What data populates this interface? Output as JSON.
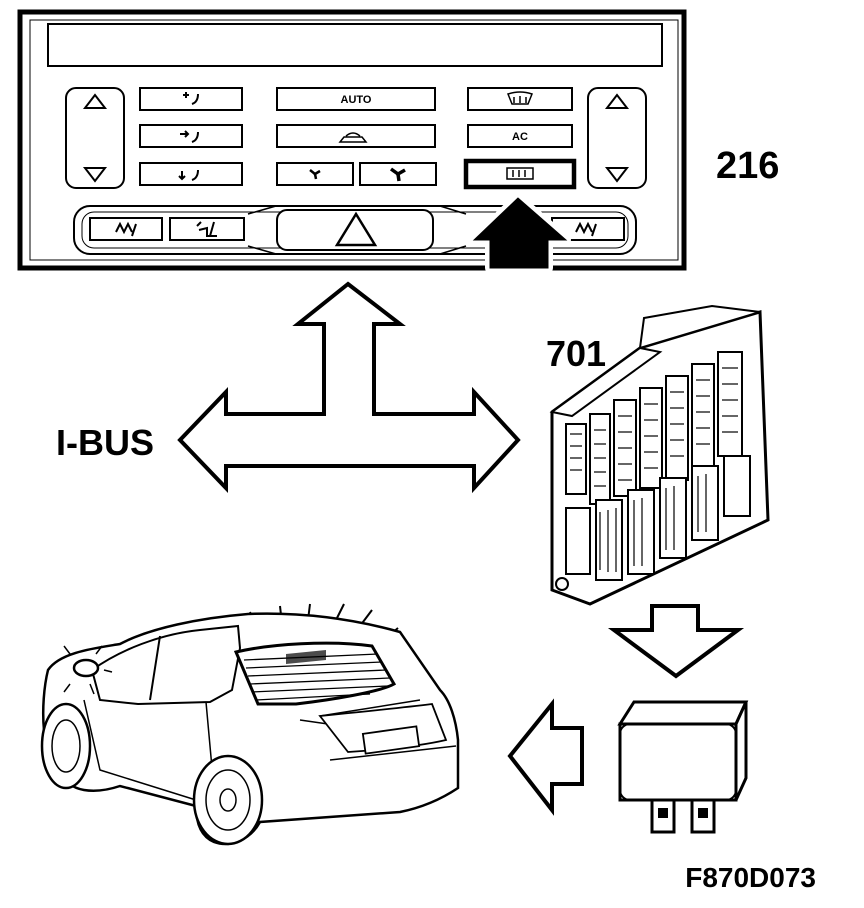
{
  "labels": {
    "panel_ref": "216",
    "module_ref": "701",
    "bus": "I-BUS",
    "figure_id": "F870D073"
  },
  "panel": {
    "auto_label": "AUTO",
    "ac_label": "AC"
  }
}
